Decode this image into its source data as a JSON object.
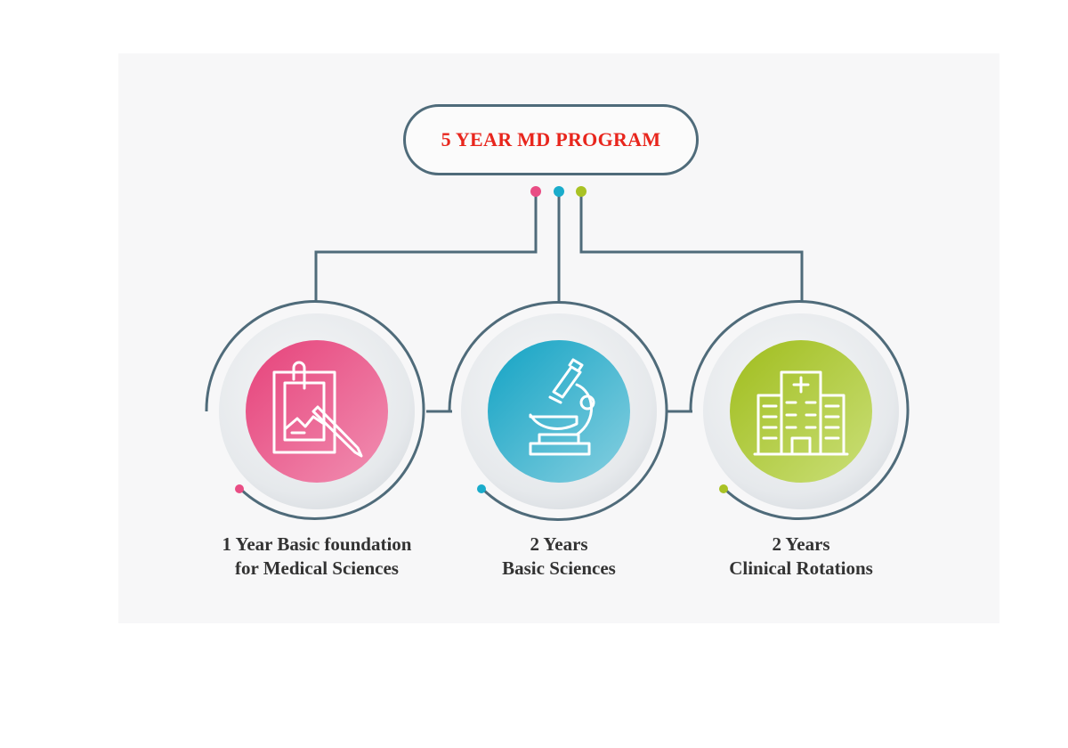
{
  "title": "5 YEAR MD PROGRAM",
  "colors": {
    "title_text": "#e8261d",
    "line": "#4f6b7a",
    "pink": "#e94d84",
    "blue": "#1aaccb",
    "green": "#a9c224"
  },
  "stages": [
    {
      "caption_line1": "1 Year Basic foundation",
      "caption_line2": "for Medical Sciences",
      "icon": "clipboard-pencil-icon",
      "color": "#e94d84"
    },
    {
      "caption_line1": "2 Years",
      "caption_line2": "Basic Sciences",
      "icon": "microscope-icon",
      "color": "#1aaccb"
    },
    {
      "caption_line1": "2 Years",
      "caption_line2": "Clinical Rotations",
      "icon": "hospital-icon",
      "color": "#a9c224"
    }
  ]
}
